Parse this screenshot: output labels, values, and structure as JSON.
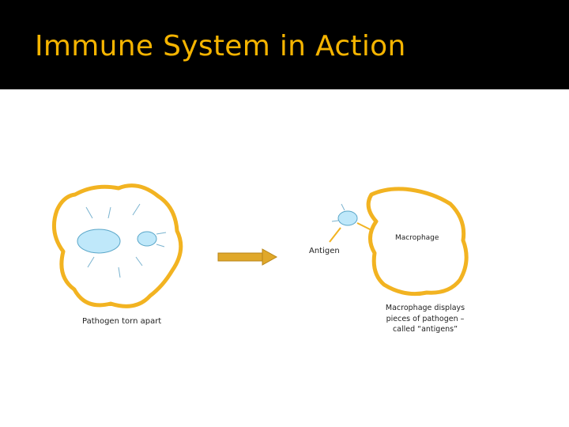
{
  "slide": {
    "title": "Immune System in Action",
    "title_color": "#f5b400",
    "header_background": "#000000"
  },
  "diagram": {
    "left_caption": "Pathogen torn apart",
    "antigen_label": "Antigen",
    "macrophage_label": "Macrophage",
    "right_caption": "Macrophage displays pieces of pathogen – called “antigens”",
    "cell_outline_color": "#f2b321",
    "fragment_fill_color": "#bfe8fa",
    "fragment_stroke_color": "#5aa6c8",
    "arrow_color": "#e0a82a"
  }
}
